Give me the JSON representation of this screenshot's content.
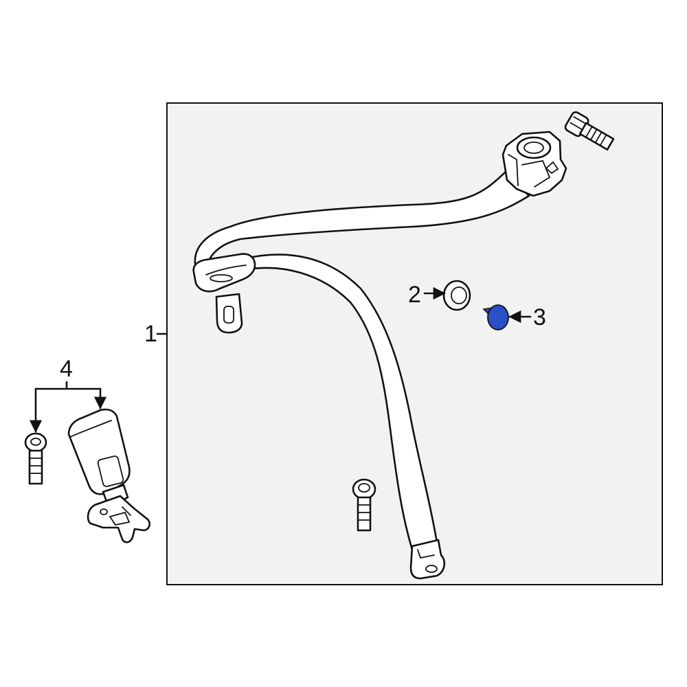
{
  "diagram": {
    "frame_fill": "#f2f2f2",
    "highlight_color": "#2b50c8",
    "callouts": [
      {
        "id": "1",
        "label": "1"
      },
      {
        "id": "2",
        "label": "2"
      },
      {
        "id": "3",
        "label": "3"
      },
      {
        "id": "4",
        "label": "4"
      }
    ]
  }
}
